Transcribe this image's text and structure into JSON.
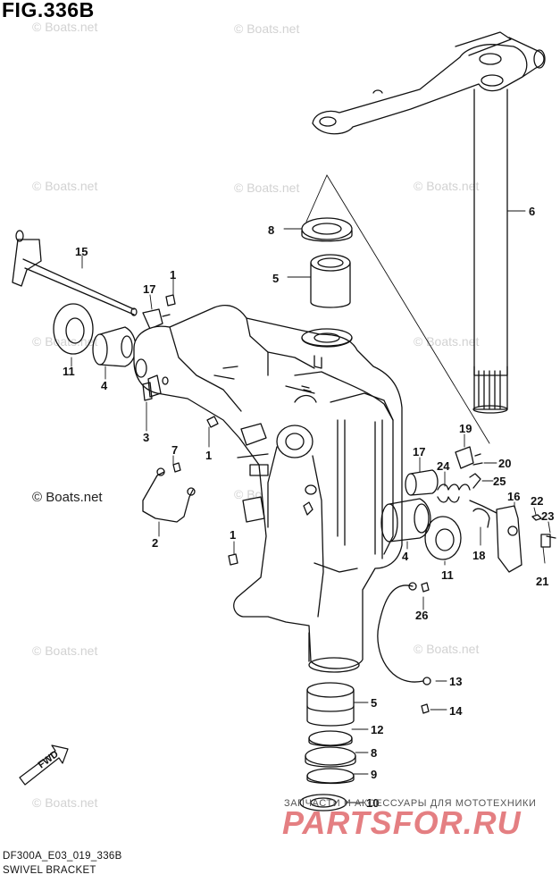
{
  "figure": {
    "title": "FIG.336B",
    "model_code": "DF300A_E03_019_336B",
    "caption": "SWIVEL BRACKET"
  },
  "watermark": {
    "text": "© Boats.net",
    "copies": 12,
    "emphasized_text": "© Boats.net"
  },
  "branding": {
    "subtitle": "ЗАПЧАСТИ И АКСЕССУАРЫ ДЛЯ МОТОТЕХНИКИ",
    "logo_text": "PARTSFOR.RU",
    "logo_color": "#e47f82"
  },
  "fwd_label": "FWD",
  "callouts": [
    "6",
    "8",
    "5",
    "15",
    "1",
    "17",
    "11",
    "4",
    "3",
    "7",
    "2",
    "19",
    "20",
    "17",
    "24",
    "25",
    "16",
    "22",
    "23",
    "21",
    "18",
    "11",
    "4",
    "1",
    "26",
    "13",
    "5",
    "14",
    "12",
    "8",
    "9",
    "10",
    "1"
  ],
  "colors": {
    "line": "#111111",
    "watermark": "#d2d2d2"
  }
}
